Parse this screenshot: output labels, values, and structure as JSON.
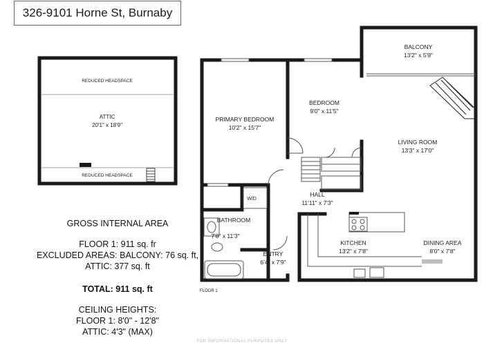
{
  "header": {
    "address": "326-9101 Horne St, Burnaby"
  },
  "attic": {
    "top_label": "REDUCED HEADSPACE",
    "name": "ATTIC",
    "dims": "20'1\" x 18'9\"",
    "bottom_label": "REDUCED HEADSPACE"
  },
  "rooms": {
    "balcony": {
      "name": "BALCONY",
      "dims": "13'2\" x 5'9\""
    },
    "bedroom": {
      "name": "BEDROOM",
      "dims": "9'0\" x 11'5\""
    },
    "primary_bedroom": {
      "name": "PRIMARY BEDROOM",
      "dims": "10'2\" x 15'7\""
    },
    "living_room": {
      "name": "LIVING ROOM",
      "dims": "13'3\" x 17'0\""
    },
    "hall": {
      "name": "HALL",
      "dims": "11'11\" x 7'3\""
    },
    "bathroom": {
      "name": "BATHROOM",
      "dims": "7'8\" x 11'3\""
    },
    "entry": {
      "name": "ENTRY",
      "dims": "6'4\" x 7'9\""
    },
    "kitchen": {
      "name": "KITCHEN",
      "dims": "13'2\" x 7'8\""
    },
    "dining_area": {
      "name": "DINING AREA",
      "dims": "8'0\" x 7'8\""
    },
    "wd_label": "W/D",
    "floor_label": "FLOOR 1"
  },
  "area_info": {
    "gross_title": "GROSS INTERNAL AREA",
    "floor1": "FLOOR 1: 911 sq. fr",
    "excluded": "EXCLUDED AREAS: BALCONY: 76 sq. ft,",
    "attic": "ATTIC: 377 sq. ft",
    "total": "TOTAL: 911 sq. ft",
    "ceiling_title": "CEILING HEIGHTS:",
    "ceiling_floor1": "FLOOR 1:  8'0\" - 12'8\"",
    "ceiling_attic": "ATTIC: 4'3\" (MAX)"
  },
  "footer": {
    "text": "FOR INFORMATIONAL PURPOSES ONLY"
  },
  "colors": {
    "wall": "#1a1a1a",
    "thin_line": "#555555",
    "counter_gray": "#bdbdbd"
  }
}
